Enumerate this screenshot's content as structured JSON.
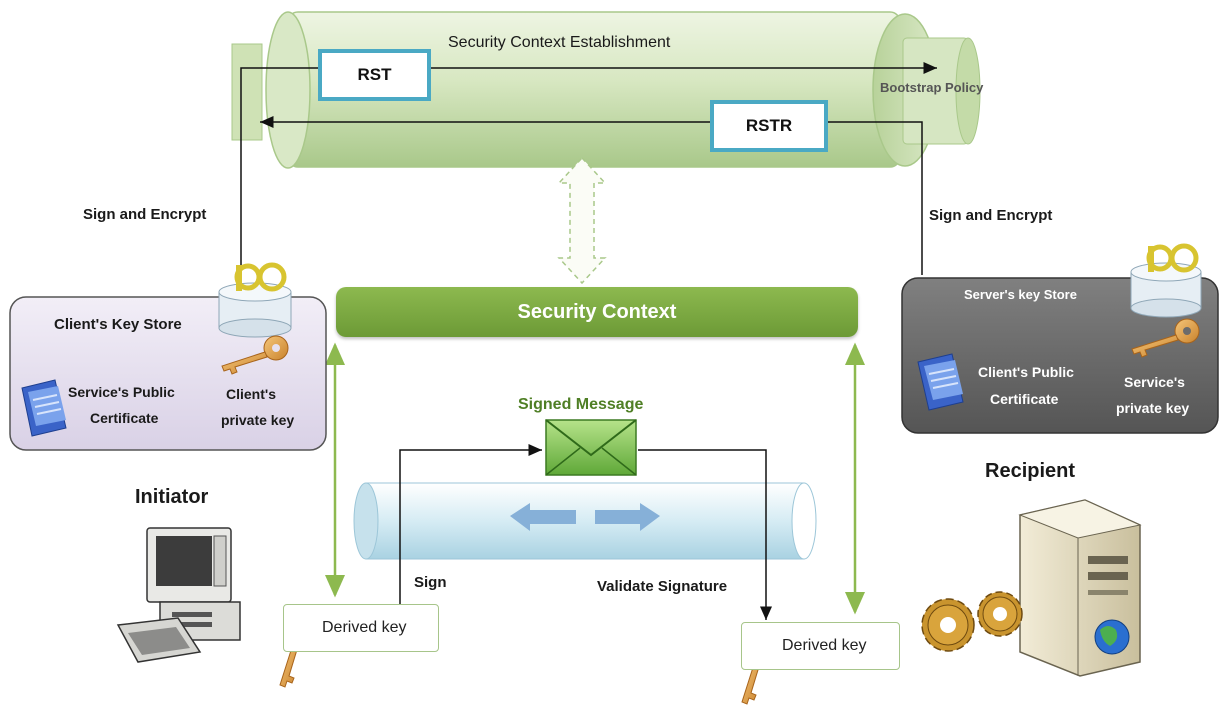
{
  "channel": {
    "title": "Security Context Establishment",
    "rst_label": "RST",
    "rstr_label": "RSTR",
    "bootstrap_policy": "Bootstrap Policy"
  },
  "left": {
    "sign_encrypt": "Sign and Encrypt",
    "key_store_title": "Client's Key Store",
    "cert_label_line1": "Service's Public",
    "cert_label_line2": "Certificate",
    "key_label_line1": "Client's",
    "key_label_line2": "private key",
    "role": "Initiator"
  },
  "right": {
    "sign_encrypt": "Sign and Encrypt",
    "key_store_title": "Server's key Store",
    "cert_label_line1": "Client's Public",
    "cert_label_line2": "Certificate",
    "key_label_line1": "Service's",
    "key_label_line2": "private key",
    "role": "Recipient"
  },
  "center": {
    "security_context": "Security Context",
    "signed_message": "Signed Message",
    "sign": "Sign",
    "validate_signature": "Validate Signature",
    "derived_key_left": "Derived key",
    "derived_key_right": "Derived key"
  },
  "colors": {
    "accent_green": "#6c9a36",
    "rst_border": "#4aa9c4",
    "left_store_bg": "#e6e0ef",
    "right_store_bg": "#6b6b6b"
  }
}
